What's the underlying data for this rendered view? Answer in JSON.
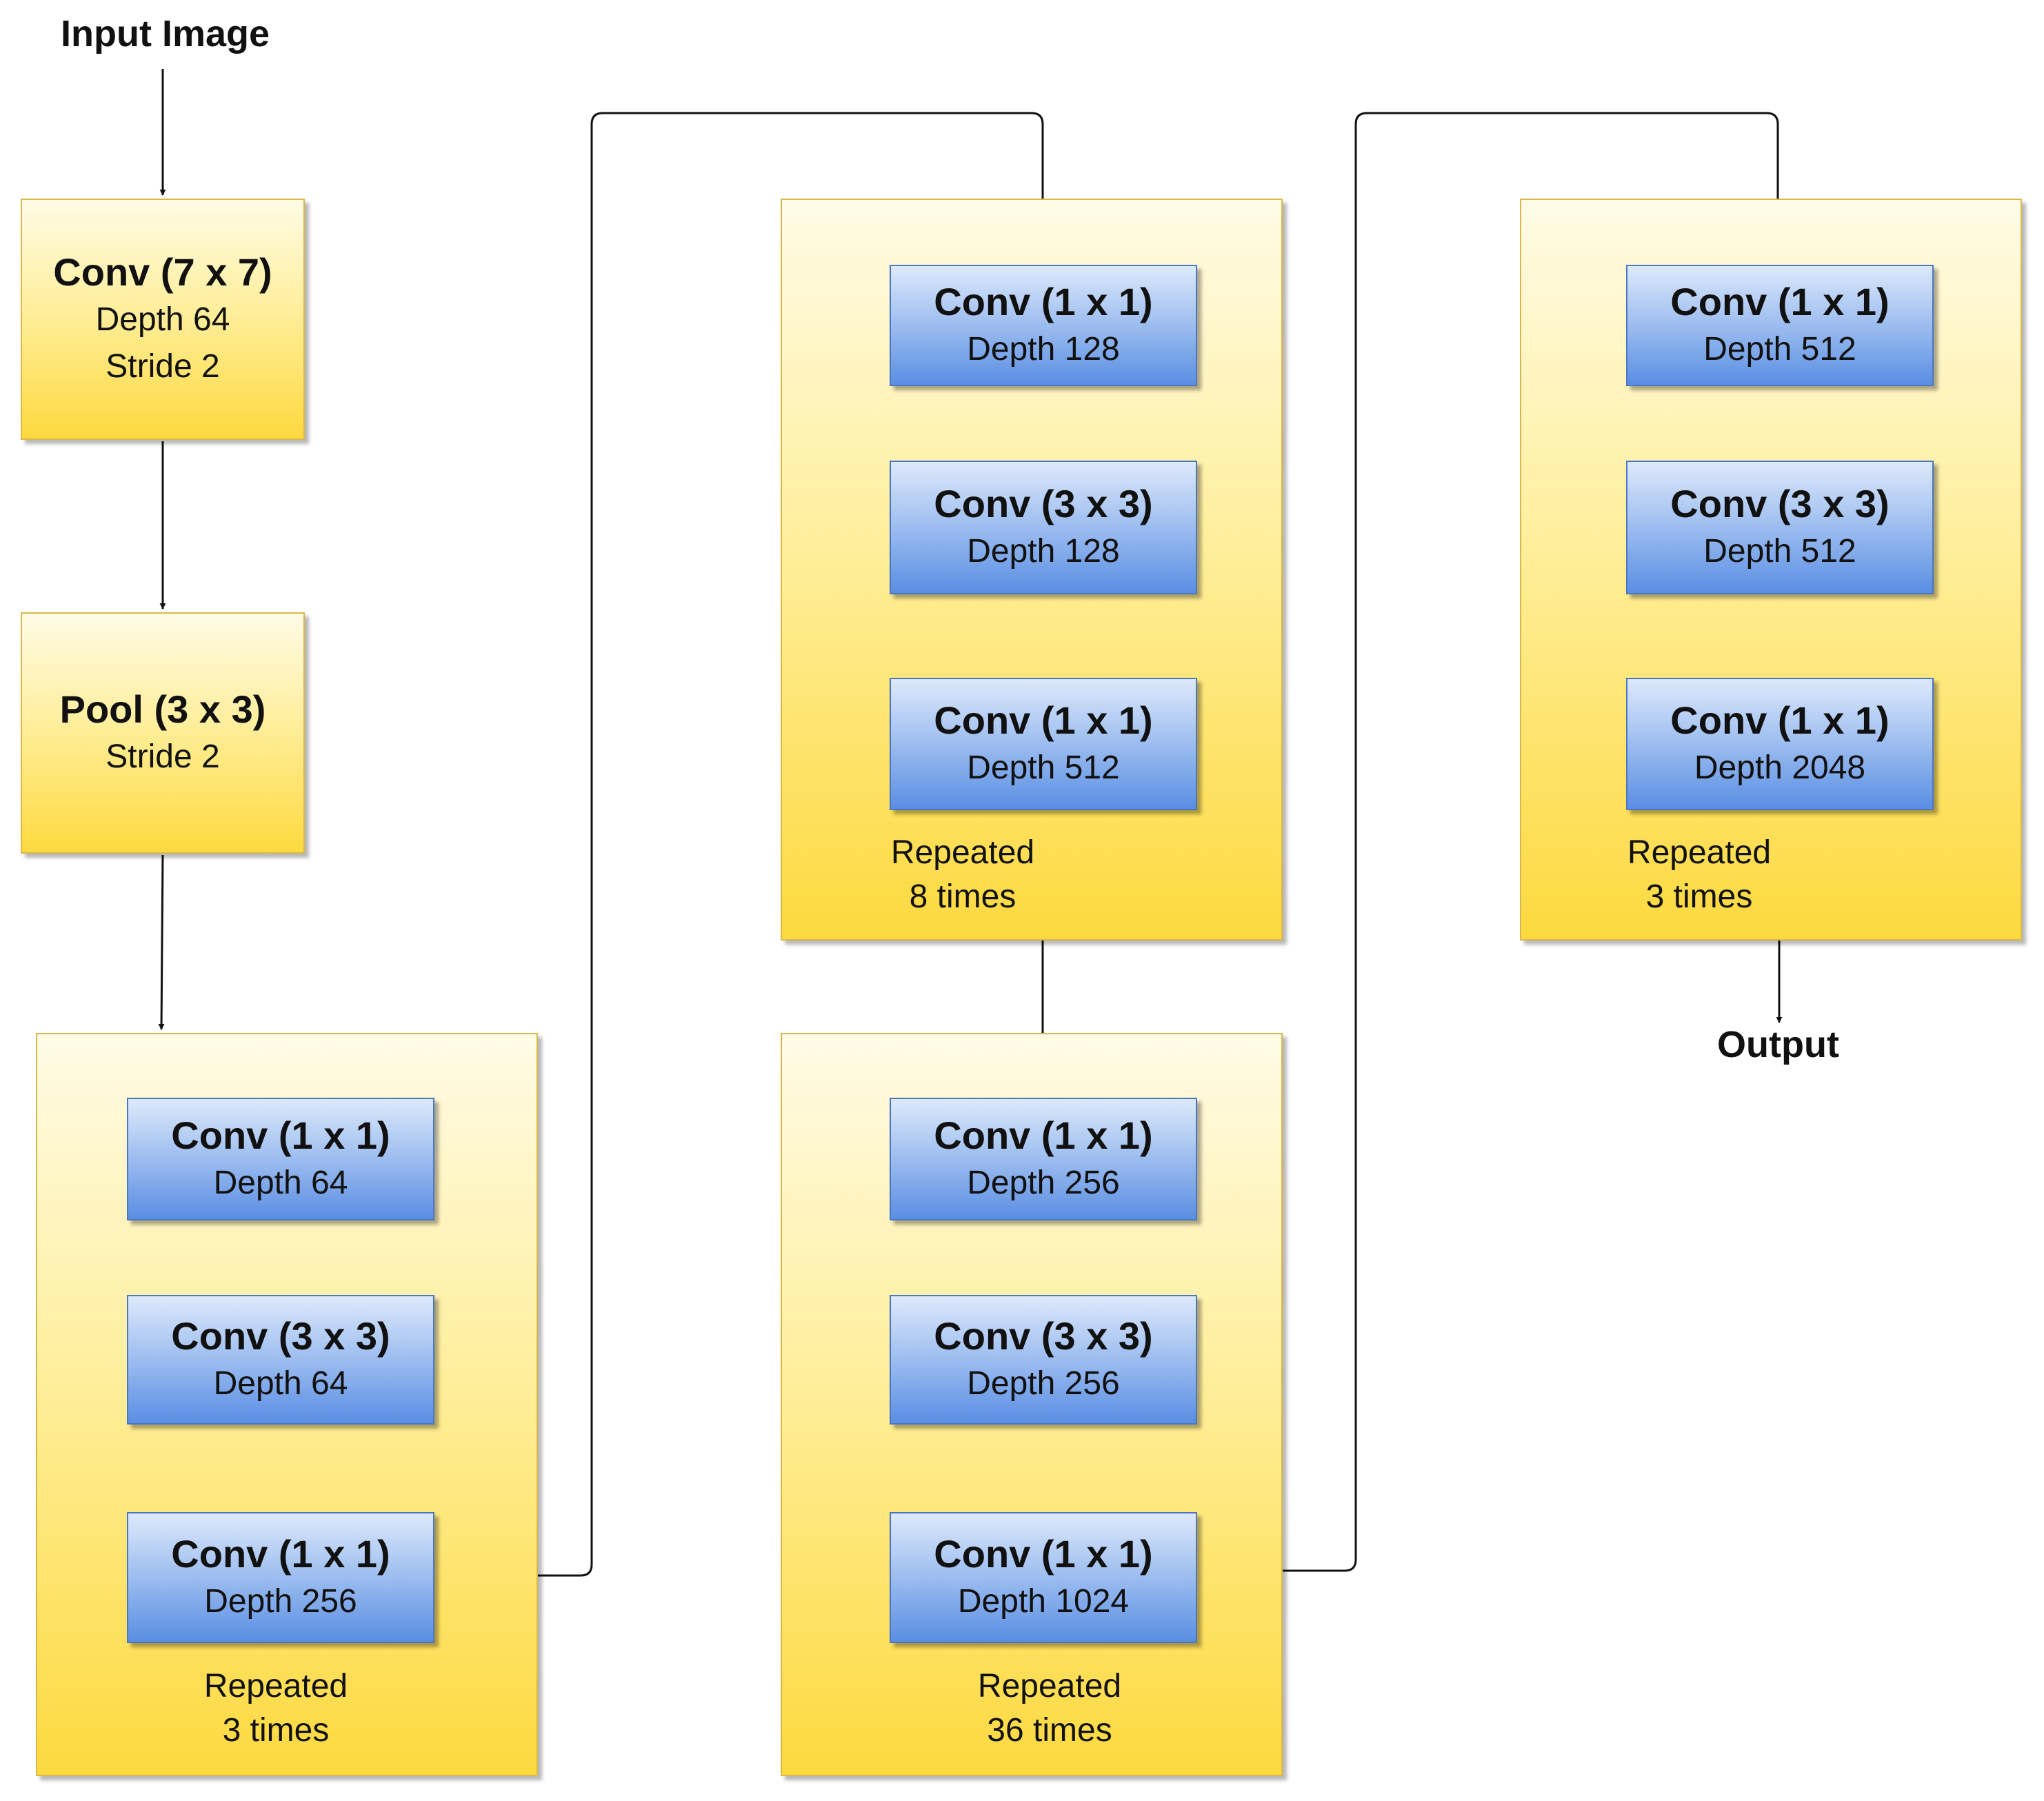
{
  "input_label": "Input Image",
  "output_label": "Output",
  "stem": {
    "conv": {
      "title": "Conv (7 x 7)",
      "depth": "Depth 64",
      "stride": "Stride 2"
    },
    "pool": {
      "title": "Pool (3 x 3)",
      "stride": "Stride 2"
    }
  },
  "stages": [
    {
      "repeat_line1": "Repeated",
      "repeat_line2": "3 times",
      "layers": [
        {
          "title": "Conv (1 x 1)",
          "depth": "Depth 64"
        },
        {
          "title": "Conv (3 x 3)",
          "depth": "Depth 64"
        },
        {
          "title": "Conv (1 x 1)",
          "depth": "Depth 256"
        }
      ]
    },
    {
      "repeat_line1": "Repeated",
      "repeat_line2": "8 times",
      "layers": [
        {
          "title": "Conv (1 x 1)",
          "depth": "Depth 128"
        },
        {
          "title": "Conv (3 x 3)",
          "depth": "Depth 128"
        },
        {
          "title": "Conv (1 x 1)",
          "depth": "Depth 512"
        }
      ]
    },
    {
      "repeat_line1": "Repeated",
      "repeat_line2": "36 times",
      "layers": [
        {
          "title": "Conv (1 x 1)",
          "depth": "Depth 256"
        },
        {
          "title": "Conv (3 x 3)",
          "depth": "Depth 256"
        },
        {
          "title": "Conv (1 x 1)",
          "depth": "Depth 1024"
        }
      ]
    },
    {
      "repeat_line1": "Repeated",
      "repeat_line2": "3 times",
      "layers": [
        {
          "title": "Conv (1 x 1)",
          "depth": "Depth 512"
        },
        {
          "title": "Conv (3 x 3)",
          "depth": "Depth 512"
        },
        {
          "title": "Conv (1 x 1)",
          "depth": "Depth 2048"
        }
      ]
    }
  ]
}
